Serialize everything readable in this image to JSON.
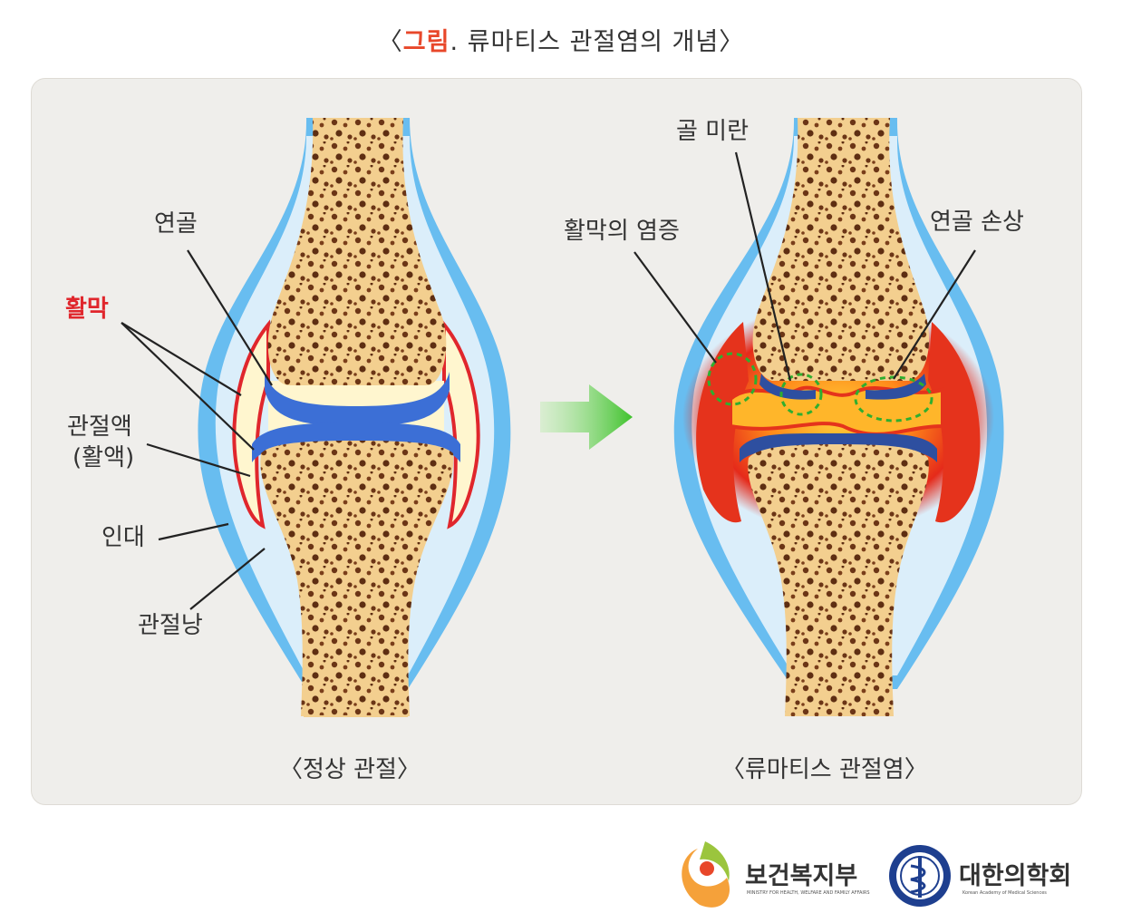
{
  "title": {
    "open": "〈",
    "accent": "그림",
    "rest": ". 류마티스 관절염의 개념〉"
  },
  "normal": {
    "caption": "〈정상 관절〉",
    "labels": {
      "cartilage": "연골",
      "synovium": "활막",
      "fluid_line1": "관절액",
      "fluid_line2": "(활액)",
      "ligament": "인대",
      "capsule": "관절낭"
    }
  },
  "ra": {
    "caption": "〈류마티스 관절염〉",
    "labels": {
      "bone_erosion": "골 미란",
      "synovitis": "활막의 염증",
      "cartilage_damage": "연골 손상"
    }
  },
  "logos": {
    "ministry": "보건복지부",
    "ministry_sub": "MINISTRY FOR HEALTH, WELFARE AND FAMILY AFFAIRS",
    "academy": "대한의학회",
    "academy_sub": "Korean Academy of Medical Sciences"
  },
  "colors": {
    "title_accent": "#e8472a",
    "synovium_label": "#e0262c",
    "bone": "#f3cf8f",
    "cartilage": "#3c6fd6",
    "capsule": "#63b8ee",
    "arrow": "#4cc63a"
  }
}
